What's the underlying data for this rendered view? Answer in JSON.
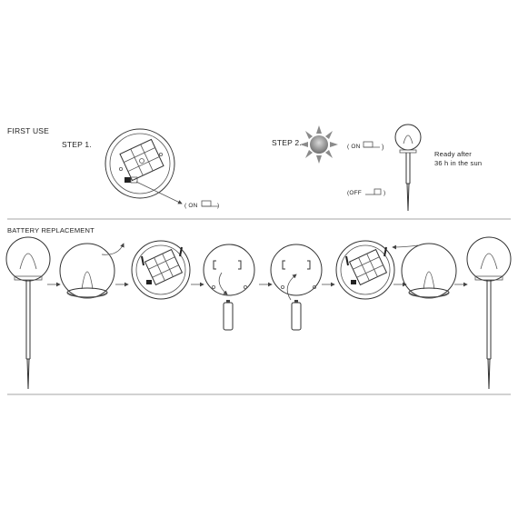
{
  "first_use": {
    "heading": "FIRST USE",
    "step1": "STEP 1.",
    "step2": "STEP 2.",
    "on_label": "( ON",
    "on_close": ")",
    "on_label2": "( ON",
    "off_label": "(OFF",
    "off_close": ")",
    "ready_line1": "Ready after",
    "ready_line2": "36 h in the sun"
  },
  "battery": {
    "heading": "BATTERY REPLACEMENT",
    "steps": [
      "light-on-stake",
      "globe-removed",
      "open-cover",
      "remove-battery",
      "insert-battery",
      "close-cover",
      "attach-globe",
      "light-assembled"
    ]
  },
  "icons": {
    "sun": "sun-icon",
    "moon": "moon-icon",
    "arrow": "arrow-right-icon"
  },
  "colors": {
    "line": "#555555",
    "sun": "#8a8a8a",
    "moon": "#bdbdbd"
  }
}
